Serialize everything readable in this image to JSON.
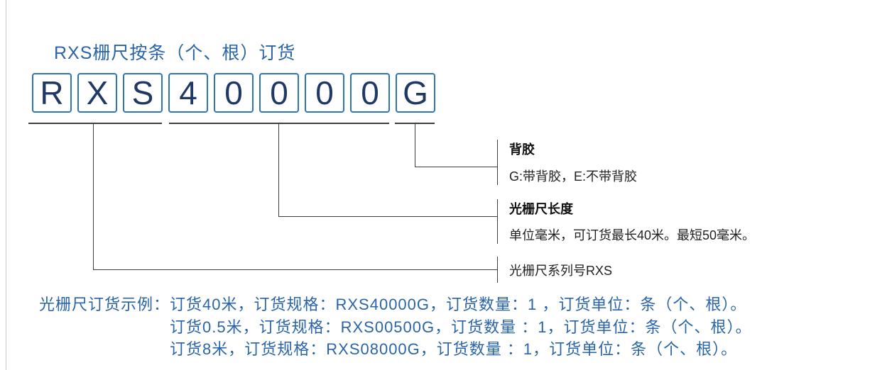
{
  "page": {
    "title": "RXS栅尺按条（个、根）订货"
  },
  "code": {
    "letters": [
      "R",
      "X",
      "S",
      "4",
      "0",
      "0",
      "0",
      "0",
      "G"
    ]
  },
  "annotations": {
    "adhesive": {
      "heading": "背胶",
      "desc": "G:带背胶，E:不带背胶"
    },
    "length": {
      "heading": "光栅尺长度",
      "desc": "单位毫米，可订货最长40米。最短50毫米。"
    },
    "series": {
      "desc": "光栅尺系列号RXS"
    }
  },
  "examples": {
    "prefix": "光栅尺订货示例：",
    "rows": [
      "订货40米，订货规格：RXS40000G，订货数量：1 ，订货单位：条（个、根）。",
      "订货0.5米，订货规格：RXS00500G，订货数量 ：1，订货单位：条（个、根）。",
      "订货8米，订货规格：RXS08000G，订货数量 ：1，订货单位：条（个、根）。"
    ]
  },
  "colors": {
    "accent_blue": "#2A64A8",
    "box_border_blue": "#2E75B6",
    "letter_navy": "#1F3864",
    "line_dark": "#3d3d3d"
  }
}
